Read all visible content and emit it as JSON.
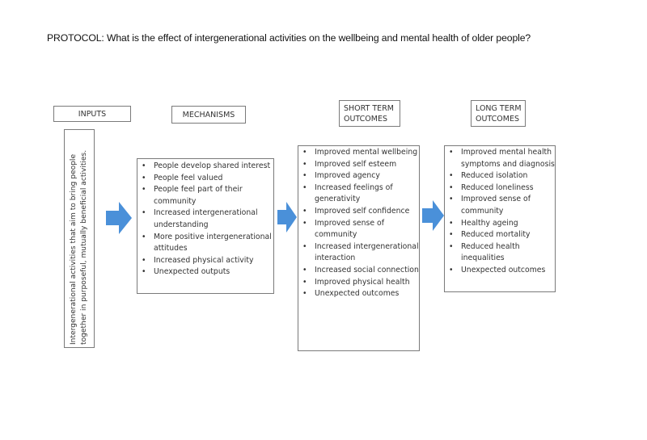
{
  "title": "PROTOCOL: What is the effect of intergenerational activities on the wellbeing and mental health of older people?",
  "columns": {
    "inputs": {
      "header": "INPUTS",
      "text": "Intergenerational activities that aim to bring people together in purposeful, mutually beneficial activities."
    },
    "mechanisms": {
      "header": "MECHANISMS",
      "items": [
        "People develop shared interest",
        "People feel valued",
        "People feel part of their community",
        "Increased intergenerational understanding",
        "More positive intergenerational attitudes",
        "Increased physical activity",
        "Unexpected outputs"
      ]
    },
    "short_term": {
      "header_line1": "SHORT TERM",
      "header_line2": "OUTCOMES",
      "items": [
        "Improved mental wellbeing",
        "Improved self esteem",
        "Improved agency",
        "Increased feelings of generativity",
        "Improved self confidence",
        "Improved sense of community",
        "Increased intergenerational interaction",
        "Increased social connection",
        "Improved physical health",
        "Unexpected outcomes"
      ]
    },
    "long_term": {
      "header_line1": "LONG TERM",
      "header_line2": "OUTCOMES",
      "items": [
        "Improved mental health symptoms and diagnosis",
        "Reduced isolation",
        "Reduced loneliness",
        "Improved sense of community",
        "Healthy ageing",
        "Reduced mortality",
        "Reduced health inequalities",
        "Unexpected outcomes"
      ]
    }
  },
  "bullet_char": "•",
  "colors": {
    "arrow": "#4a90d9",
    "border": "#7a7a7a"
  },
  "icons": {
    "flow_arrow": "right-block-arrow-icon"
  }
}
